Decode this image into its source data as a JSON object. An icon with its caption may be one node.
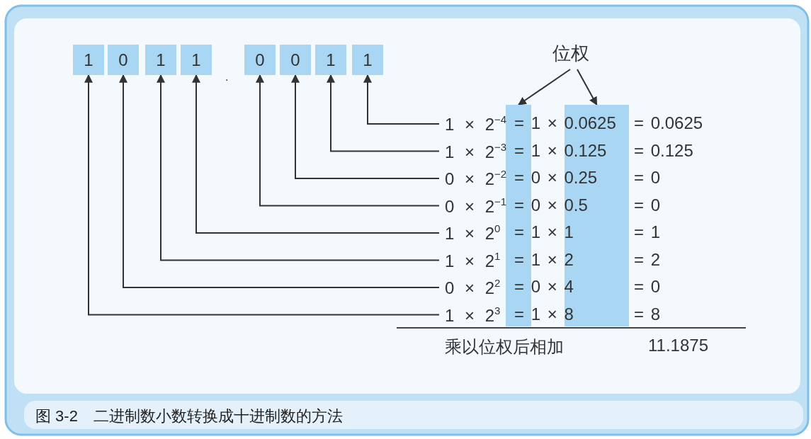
{
  "diagram": {
    "caption": "图 3-2　二进制数小数转换成十进制数的方法",
    "nodes": [
      {
        "text": [
          "1"
        ]
      },
      {
        "text": [
          "0"
        ]
      },
      {
        "text": [
          "1"
        ]
      },
      {
        "text": [
          "1"
        ]
      },
      {
        "text": [
          "0"
        ]
      },
      {
        "text": [
          "0"
        ]
      },
      {
        "text": [
          "1"
        ]
      },
      {
        "text": [
          "1"
        ]
      },
      {
        "text": [
          "位权"
        ]
      },
      {
        "text": [],
        "shape": "bar"
      },
      {
        "text": [],
        "shape": "bar"
      },
      {
        "text": [
          "1 × 2$^{−4}$",
          "= 1 × 0.0625",
          "= 0.0625"
        ]
      },
      {
        "text": [
          "1 × 2$^{−3}$",
          "= 1 × 0.125",
          "= 0.125"
        ]
      },
      {
        "text": [
          "0 × 2$^{−2}$",
          "= 0 × 0.25",
          "= 0"
        ]
      },
      {
        "text": [
          "0 × 2$^{−1}$",
          "= 0 × 0.5",
          "= 0"
        ]
      },
      {
        "text": [
          "1 × 2$^{0}$",
          "= 1 × 1",
          "= 1"
        ]
      },
      {
        "text": [
          "1 × 2$^{1}$",
          "= 1 × 2",
          "= 2"
        ]
      },
      {
        "text": [
          "0 × 2$^{2}$",
          "= 0 × 4",
          "= 0"
        ]
      },
      {
        "text": [
          "1 × 2$^{3}$",
          "= 1 × 8",
          "= 8"
        ]
      }
    ],
    "edges": [
      {
        "from": 8,
        "to": 9,
        "arrow": "to"
      },
      {
        "from": 8,
        "to": 10,
        "arrow": "to"
      },
      {
        "from": 11,
        "to": 7,
        "arrow": "to"
      },
      {
        "from": 12,
        "to": 6,
        "arrow": "to"
      },
      {
        "from": 13,
        "to": 5,
        "arrow": "to"
      },
      {
        "from": 14,
        "to": 4,
        "arrow": "to"
      },
      {
        "from": 15,
        "to": 3,
        "arrow": "to"
      },
      {
        "from": 16,
        "to": 2,
        "arrow": "to"
      },
      {
        "from": 17,
        "to": 1,
        "arrow": "to"
      },
      {
        "from": 18,
        "to": 0,
        "arrow": "to"
      }
    ],
    "labels": [
      ".",
      "乘以位权后相加",
      "11.1875"
    ]
  }
}
